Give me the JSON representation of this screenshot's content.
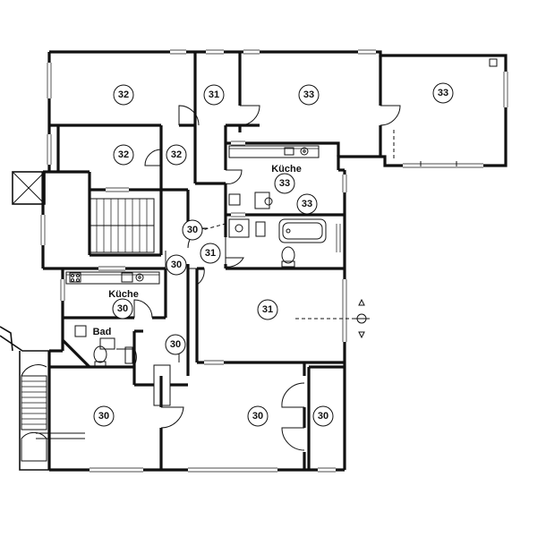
{
  "plan": {
    "rooms": [
      {
        "id": "r1",
        "label": "32"
      },
      {
        "id": "r2",
        "label": "31"
      },
      {
        "id": "r3",
        "label": "33"
      },
      {
        "id": "r4",
        "label": "33"
      },
      {
        "id": "r5",
        "label": "32"
      },
      {
        "id": "r6",
        "label": "32"
      },
      {
        "id": "r7",
        "label": "33"
      },
      {
        "id": "r8",
        "label": "33"
      },
      {
        "id": "r9",
        "label": "30"
      },
      {
        "id": "r10",
        "label": "31"
      },
      {
        "id": "r11",
        "label": "30"
      },
      {
        "id": "r12",
        "label": "30"
      },
      {
        "id": "r13",
        "label": "31"
      },
      {
        "id": "r14",
        "label": "30"
      },
      {
        "id": "r15",
        "label": "30"
      },
      {
        "id": "r16",
        "label": "30"
      },
      {
        "id": "r17",
        "label": "30"
      }
    ],
    "names": {
      "kitchen_upper": "Küche",
      "kitchen_lower": "Küche",
      "bath": "Bad"
    }
  }
}
